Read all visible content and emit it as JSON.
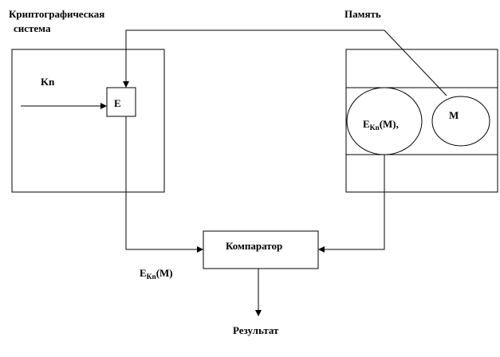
{
  "labels": {
    "system_line1": "Криптографическая",
    "system_line2": "система",
    "memory": "Память",
    "kn": "Kn",
    "e": "E",
    "ekn_mem_base": "E",
    "ekn_mem_sub": "Kn",
    "ekn_mem_tail": "(M),",
    "m": "M",
    "comparator": "Компаратор",
    "ekn_out_base": "E",
    "ekn_out_sub": "Kn",
    "ekn_out_tail": "(M)",
    "result": "Результат"
  }
}
